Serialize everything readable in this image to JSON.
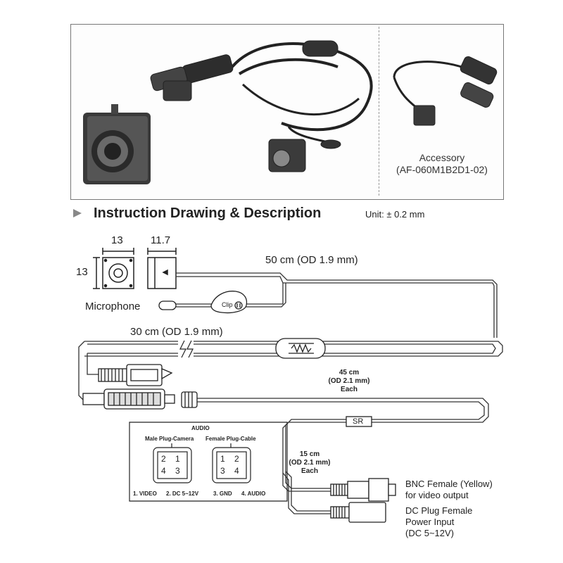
{
  "photo": {
    "accessory_label": "Accessory",
    "accessory_model": "(AF-060M1B2D1-02)"
  },
  "section": {
    "title": "Instruction Drawing & Description",
    "unit": "Unit: ± 0.2 mm"
  },
  "drawing": {
    "dim_width": "13",
    "dim_depth": "11.7",
    "dim_height": "13",
    "cable_50": "50 cm (OD 1.9 mm)",
    "microphone": "Microphone",
    "clip": "Clip",
    "cable_30": "30 cm (OD 1.9  mm)",
    "cable_45_a": "45 cm",
    "cable_45_b": "(OD 2.1 mm)",
    "cable_45_c": "Each",
    "sr": "SR",
    "cable_15_a": "15 cm",
    "cable_15_b": "(OD 2.1 mm)",
    "cable_15_c": "Each",
    "audio_title": "AUDIO",
    "male_plug": "Male Plug-Camera",
    "female_plug": "Female Plug-Cable",
    "pins_male": [
      "2",
      "1",
      "4",
      "3"
    ],
    "pins_female": [
      "1",
      "2",
      "3",
      "4"
    ],
    "pinout": [
      "1. VIDEO",
      "2. DC 5~12V",
      "3. GND",
      "4. AUDIO"
    ],
    "bnc_a": "BNC Female (Yellow)",
    "bnc_b": "for video output",
    "dc_a": "DC Plug Female",
    "dc_b": "Power Input",
    "dc_c": "(DC 5~12V)"
  }
}
